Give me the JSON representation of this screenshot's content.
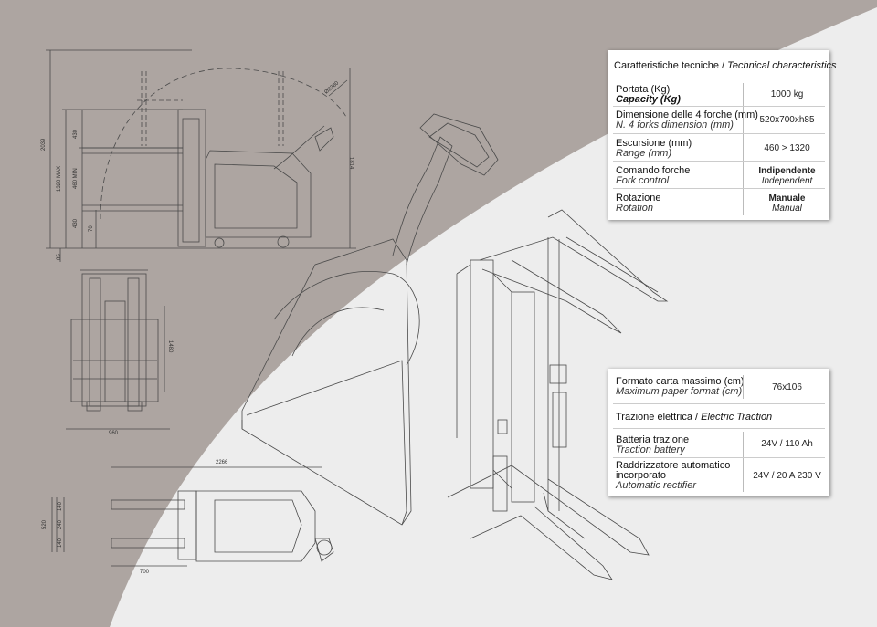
{
  "tech_header": {
    "it": "Caratteristiche tecniche",
    "sep": " / ",
    "en": "Technical characteristics"
  },
  "specs": [
    {
      "it": "Portata (Kg)",
      "en": "Capacity (Kg)",
      "value": "1000 kg"
    },
    {
      "it": "Dimensione delle 4 forche (mm)",
      "en": "N. 4 forks dimension (mm)",
      "value": "520x700xh85"
    },
    {
      "it": "Escursione (mm)",
      "en": "Range (mm)",
      "value": "460 > 1320"
    },
    {
      "it": "Comando forche",
      "en": "Fork control",
      "value_it": "Indipendente",
      "value_en": "Independent"
    },
    {
      "it": "Rotazione",
      "en": "Rotation",
      "value_it": "Manuale",
      "value_en": "Manual"
    }
  ],
  "paper": {
    "it": "Formato carta massimo (cm)",
    "en": "Maximum paper format (cm)",
    "value": "76x106"
  },
  "traction_header": {
    "it": "Trazione elettrica",
    "sep": " / ",
    "en": "Electric Traction"
  },
  "battery": {
    "it": "Batteria trazione",
    "en": "Traction battery",
    "value": "24V / 110 Ah"
  },
  "rectifier": {
    "it1": "Raddrizzatore automatico",
    "it2": "incorporato",
    "en": "Automatic rectifier",
    "value": "24V / 20 A 230 V"
  },
  "dims": {
    "d2039": "2039",
    "d1320max": "1320 MAX",
    "d460min": "460 MIN",
    "d430a": "430",
    "d430b": "430",
    "d70": "70",
    "d85": "85",
    "d1814": "1814",
    "d2380": "Ø2380",
    "d1480": "1480",
    "d960": "960",
    "d2266": "2266",
    "d520": "520",
    "d140a": "140",
    "d240": "240",
    "d140b": "140",
    "d700": "700"
  },
  "colors": {
    "dark_bg": "#ada5a1",
    "light_bg": "#ededed",
    "line": "#555555"
  }
}
